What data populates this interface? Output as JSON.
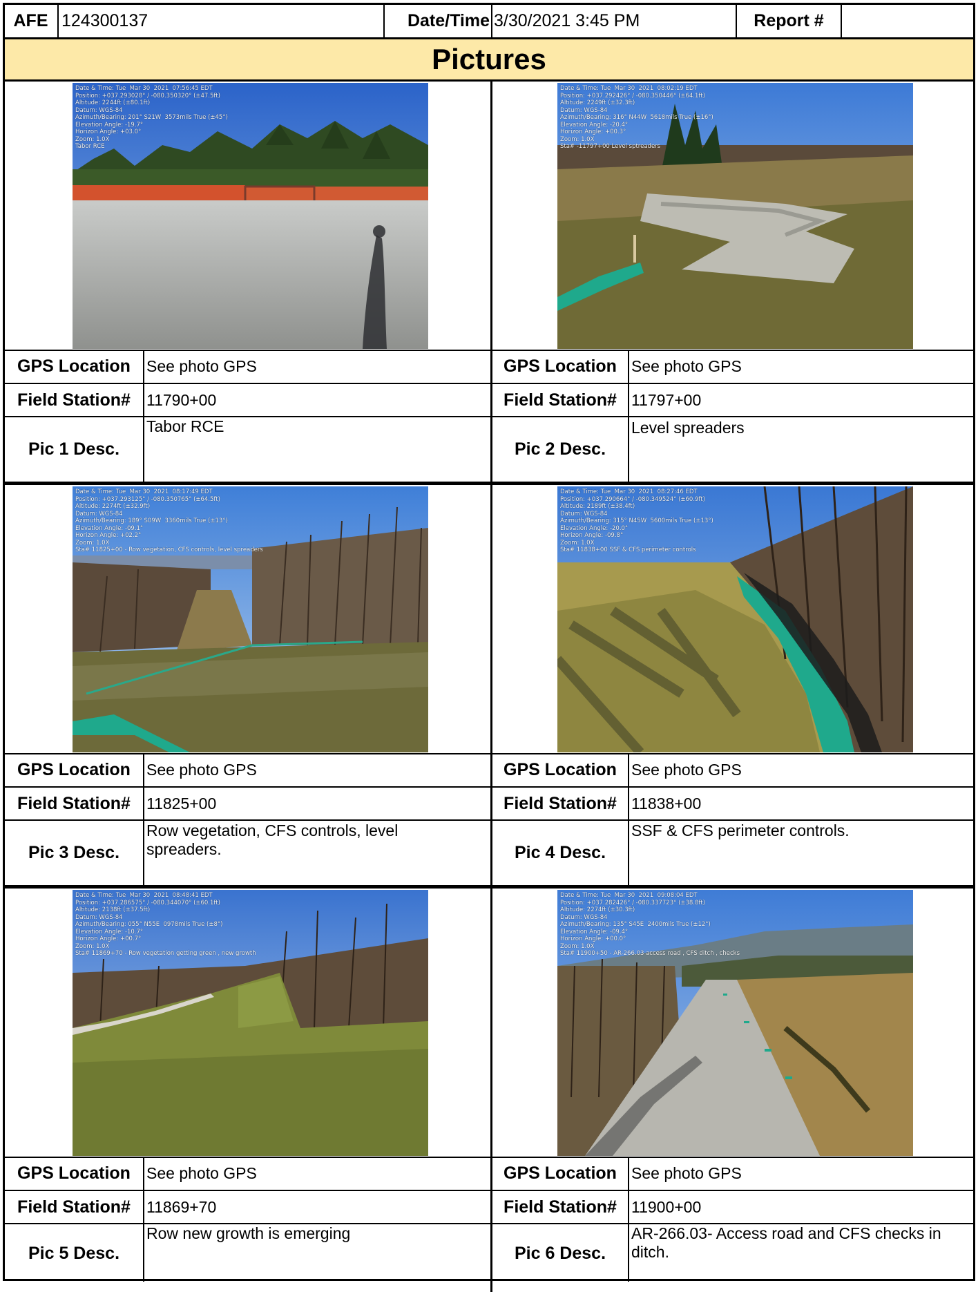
{
  "header": {
    "afe_label": "AFE",
    "afe_value": "124300137",
    "datetime_label": "Date/Time",
    "datetime_value": "3/30/2021 3:45 PM",
    "report_label": "Report #",
    "report_value": ""
  },
  "section_title": "Pictures",
  "labels": {
    "gps": "GPS Location",
    "station": "Field Station#"
  },
  "pictures": [
    {
      "desc_label": "Pic 1 Desc.",
      "gps": "See photo GPS",
      "station": "11790+00",
      "description": "Tabor RCE",
      "overlay": "Date & Time: Tue  Mar 30  2021  07:56:45 EDT\nPosition: +037.293028° / -080.350320° (±47.5ft)\nAltitude: 2244ft (±80.1ft)\nDatum: WGS-84\nAzimuth/Bearing: 201° S21W  3573mils True (±45°)\nElevation Angle: -19.7°\nHorizon Angle: +03.0°\nZoom: 1.0X\nTabor RCE"
    },
    {
      "desc_label": "Pic 2 Desc.",
      "gps": "See photo GPS",
      "station": "11797+00",
      "description": "Level spreaders",
      "overlay": "Date & Time: Tue  Mar 30  2021  08:02:19 EDT\nPosition: +037.292426° / -080.350446° (±64.1ft)\nAltitude: 2249ft (±32.3ft)\nDatum: WGS-84\nAzimuth/Bearing: 316° N44W  5618mils True (±16°)\nElevation Angle: -20.4°\nHorizon Angle: +00.3°\nZoom: 1.0X\nSta# -11797+00 Level sptreaders"
    },
    {
      "desc_label": "Pic 3 Desc.",
      "gps": "See photo GPS",
      "station": "11825+00",
      "description": "Row vegetation, CFS controls, level spreaders.",
      "overlay": "Date & Time: Tue  Mar 30  2021  08:17:49 EDT\nPosition: +037.293125° / -080.350765° (±64.5ft)\nAltitude: 2274ft (±32.9ft)\nDatum: WGS-84\nAzimuth/Bearing: 189° S09W  3360mils True (±13°)\nElevation Angle: -09.1°\nHorizon Angle: +02.2°\nZoom: 1.0X\nSta# 11825+00 - Row vegetation, CFS controls, level spreaders"
    },
    {
      "desc_label": "Pic 4 Desc.",
      "gps": "See photo GPS",
      "station": "11838+00",
      "description": "SSF & CFS perimeter controls.",
      "overlay": "Date & Time: Tue  Mar 30  2021  08:27:46 EDT\nPosition: +037.290664° / -080.349524° (±60.9ft)\nAltitude: 2189ft (±38.4ft)\nDatum: WGS-84\nAzimuth/Bearing: 315° N45W  5600mils True (±13°)\nElevation Angle: -20.0°\nHorizon Angle: -09.8°\nZoom: 1.0X\nSta# 11838+00 SSF & CFS perimeter controls"
    },
    {
      "desc_label": "Pic 5 Desc.",
      "gps": "See photo GPS",
      "station": "11869+70",
      "description": "Row new growth is emerging",
      "overlay": "Date & Time: Tue  Mar 30  2021  08:48:41 EDT\nPosition: +037.286575° / -080.344070° (±60.1ft)\nAltitude: 2138ft (±37.5ft)\nDatum: WGS-84\nAzimuth/Bearing: 055° N55E  0978mils True (±8°)\nElevation Angle: -10.7°\nHorizon Angle: +00.7°\nZoom: 1.0X\nSta# 11869+70 - Row vegetation getting green , new growth"
    },
    {
      "desc_label": "Pic 6 Desc.",
      "gps": "See photo GPS",
      "station": "11900+00",
      "description": "AR-266.03- Access road and CFS checks in ditch.",
      "overlay": "Date & Time: Tue  Mar 30  2021  09:08:04 EDT\nPosition: +037.282426° / -080.337723° (±38.8ft)\nAltitude: 2274ft (±30.3ft)\nDatum: WGS-84\nAzimuth/Bearing: 135° S45E  2400mils True (±12°)\nElevation Angle: -09.4°\nHorizon Angle: +00.0°\nZoom: 1.0X\nSta# 11900+50 - AR-266.03 access road , CFS ditch , checks"
    }
  ],
  "colors": {
    "title_band": "#fde9a8"
  }
}
